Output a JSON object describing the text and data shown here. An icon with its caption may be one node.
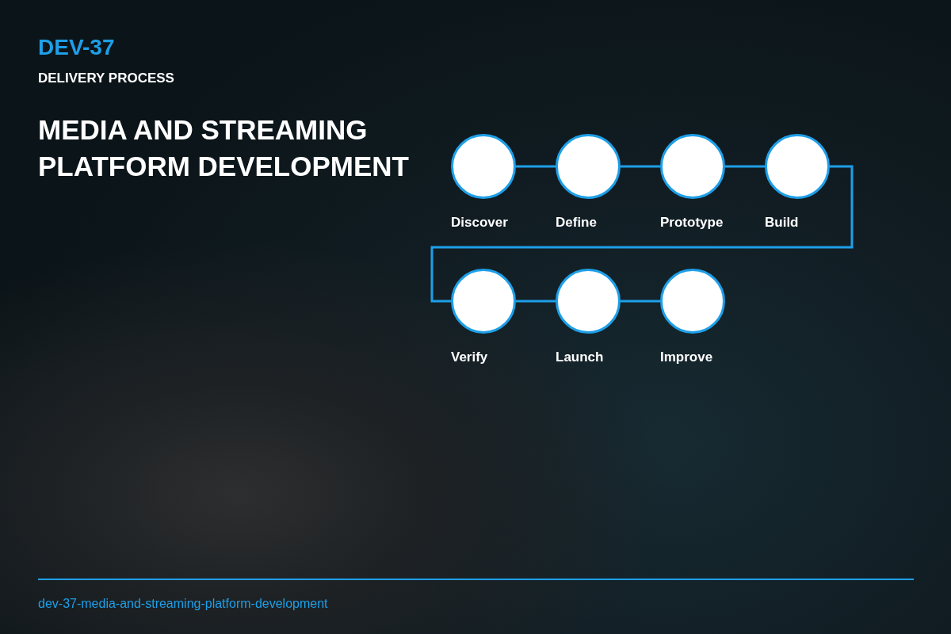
{
  "diagram": {
    "title": "MEDIA AND STREAMING PLATFORM DEVELOPMENT",
    "nodes": [
      {
        "text": [
          "Discover"
        ]
      },
      {
        "text": [
          "Define"
        ]
      },
      {
        "text": [
          "Prototype"
        ]
      },
      {
        "text": [
          "Build"
        ]
      },
      {
        "text": [
          "Verify"
        ]
      },
      {
        "text": [
          "Launch"
        ]
      },
      {
        "text": [
          "Improve"
        ]
      }
    ],
    "edges": [
      {
        "from": 0,
        "to": 1,
        "arrow": "none"
      },
      {
        "from": 1,
        "to": 2,
        "arrow": "none"
      },
      {
        "from": 2,
        "to": 3,
        "arrow": "none"
      },
      {
        "from": 3,
        "to": 4,
        "arrow": "none"
      },
      {
        "from": 4,
        "to": 5,
        "arrow": "none"
      },
      {
        "from": 5,
        "to": 6,
        "arrow": "none"
      }
    ],
    "labels": [
      "DEV-37",
      "DELIVERY PROCESS",
      "dev-37-media-and-streaming-platform-development"
    ]
  }
}
